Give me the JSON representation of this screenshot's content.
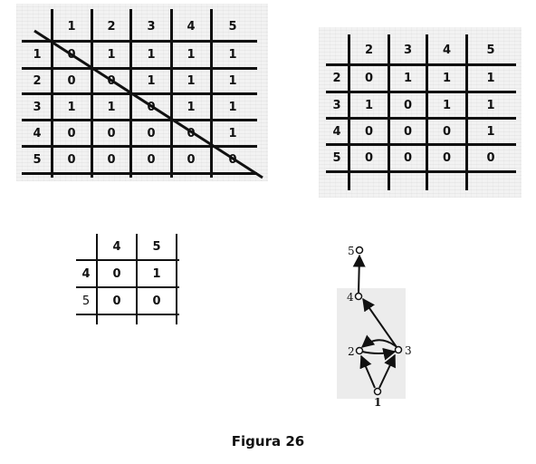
{
  "matrix_a": {
    "col_headers": [
      "1",
      "2",
      "3",
      "4",
      "5"
    ],
    "rows": [
      {
        "label": "1",
        "cells": [
          "0",
          "1",
          "1",
          "1",
          "1"
        ]
      },
      {
        "label": "2",
        "cells": [
          "0",
          "0",
          "1",
          "1",
          "1"
        ]
      },
      {
        "label": "3",
        "cells": [
          "1",
          "1",
          "0",
          "1",
          "1"
        ]
      },
      {
        "label": "4",
        "cells": [
          "0",
          "0",
          "0",
          "0",
          "1"
        ]
      },
      {
        "label": "5",
        "cells": [
          "0",
          "0",
          "0",
          "0",
          "0"
        ]
      }
    ]
  },
  "matrix_b": {
    "col_headers": [
      "2",
      "3",
      "4",
      "5"
    ],
    "rows": [
      {
        "label": "2",
        "cells": [
          "0",
          "1",
          "1",
          "1"
        ]
      },
      {
        "label": "3",
        "cells": [
          "1",
          "0",
          "1",
          "1"
        ]
      },
      {
        "label": "4",
        "cells": [
          "0",
          "0",
          "0",
          "1"
        ]
      },
      {
        "label": "5",
        "cells": [
          "0",
          "0",
          "0",
          "0"
        ]
      }
    ]
  },
  "matrix_c": {
    "col_headers": [
      "4",
      "5"
    ],
    "rows": [
      {
        "label": "4",
        "cells": [
          "0",
          "1"
        ]
      },
      {
        "label": "5",
        "cells": [
          "0",
          "0"
        ]
      }
    ]
  },
  "graph": {
    "nodes": [
      "5",
      "4",
      "2",
      "3",
      "1"
    ]
  },
  "caption": "Figura 26"
}
